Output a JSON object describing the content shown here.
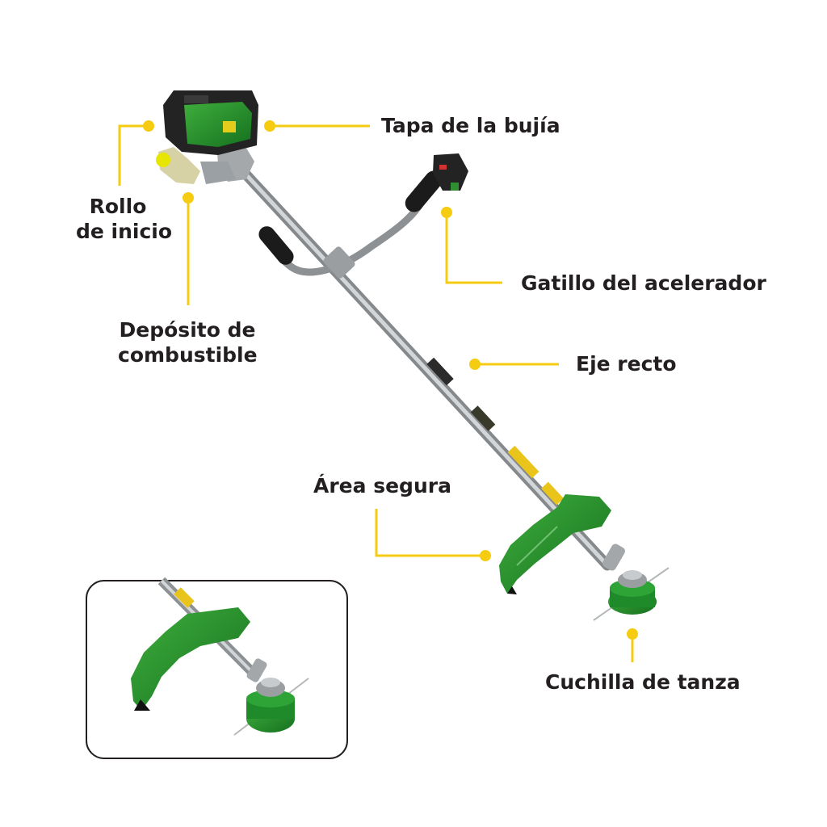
{
  "colors": {
    "callout": "#f5cc12",
    "machine_green": "#1e8a2a",
    "text": "#231f20"
  },
  "labels": {
    "spark_plug_cover": "Tapa de la bujía",
    "starter_roll_line1": "Rollo",
    "starter_roll_line2": "de inicio",
    "fuel_tank_line1": "Depósito de",
    "fuel_tank_line2": "combustible",
    "throttle_trigger": "Gatillo del acelerador",
    "straight_shaft": "Eje recto",
    "safe_area": "Área segura",
    "line_blade": "Cuchilla de tanza"
  }
}
